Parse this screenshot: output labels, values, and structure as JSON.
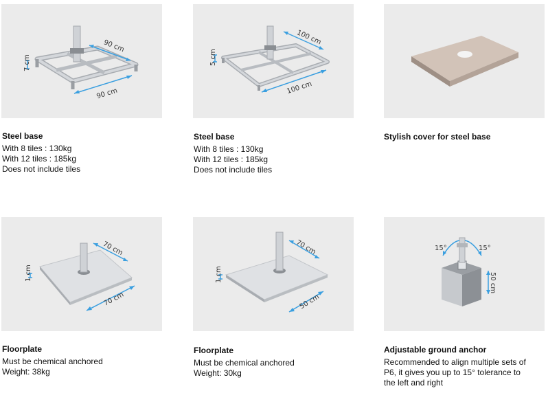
{
  "products": [
    {
      "title": "Steel base",
      "lines": [
        "With 8 tiles : 130kg",
        "With 12 tiles : 185kg",
        "Does not include tiles"
      ],
      "dims": {
        "width": "90 cm",
        "depth": "90 cm",
        "height": "7 cm"
      }
    },
    {
      "title": "Steel base",
      "lines": [
        "With 8 tiles : 130kg",
        "With 12 tiles : 185kg",
        "Does not include tiles"
      ],
      "dims": {
        "width": "100 cm",
        "depth": "100 cm",
        "height": "5 cm"
      }
    },
    {
      "title": "Stylish cover for steel base",
      "lines": []
    },
    {
      "title": "Floorplate",
      "lines": [
        "Must be chemical anchored",
        "Weight: 38kg"
      ],
      "dims": {
        "width": "70 cm",
        "depth": "70 cm",
        "height": "1 cm"
      }
    },
    {
      "title": "Floorplate",
      "lines": [
        "Must be chemical anchored",
        "Weight: 30kg"
      ],
      "dims": {
        "width": "70 cm",
        "depth": "50 cm",
        "height": "1 cm"
      }
    },
    {
      "title": "Adjustable ground anchor",
      "lines": [
        "Recommended to align multiple sets of",
        "P6, it gives you up to 15° tolerance to",
        "the left and right"
      ],
      "dims": {
        "angle_left": "15°",
        "angle_right": "15°",
        "height": "50 cm"
      }
    }
  ],
  "colors": {
    "card_bg": "#ebebeb",
    "arrow": "#3a9fe0",
    "steel": "#c9ccd0",
    "cover": "#c8b8ad"
  }
}
